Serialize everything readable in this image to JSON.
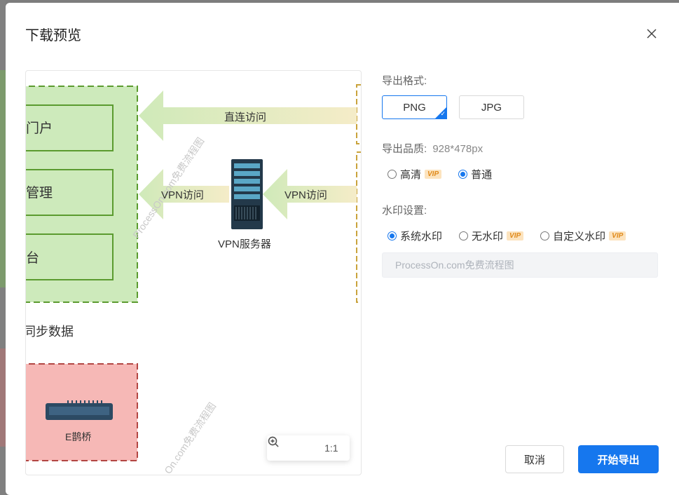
{
  "dialog": {
    "title": "下载预览",
    "close_icon": "close-icon"
  },
  "preview": {
    "nodes": {
      "portal": "门户",
      "management": "管理",
      "platform": "台",
      "sync_data": "同步数据",
      "direct_access": "直连访问",
      "vpn_access_left": "VPN访问",
      "vpn_access_right": "VPN访问",
      "vpn_server": "VPN服务器",
      "ebridge": "E鹊桥"
    },
    "watermark": "ProcessOn.com免费流程图",
    "watermark_bottom": "On.com免费流程图",
    "zoom": {
      "zoom_in_icon": "zoom-in-icon",
      "zoom_out_icon": "zoom-out-icon",
      "reset": "1:1"
    },
    "colors": {
      "green_fill": "#cdeabb",
      "green_border": "#5b9b2f",
      "red_fill": "#f6b8b6",
      "red_border": "#b24643",
      "arrow_fill": "#e2efc8",
      "yellow_border": "#c9a33c"
    }
  },
  "settings": {
    "format_label": "导出格式:",
    "formats": [
      "PNG",
      "JPG"
    ],
    "selected_format": "PNG",
    "quality_label": "导出品质:",
    "quality_value": "928*478px",
    "quality_options": [
      {
        "label": "高清",
        "vip": "VIP",
        "selected": false
      },
      {
        "label": "普通",
        "vip": "",
        "selected": true
      }
    ],
    "watermark_label": "水印设置:",
    "watermark_options": [
      {
        "label": "系统水印",
        "vip": "",
        "selected": true
      },
      {
        "label": "无水印",
        "vip": "VIP",
        "selected": false
      },
      {
        "label": "自定义水印",
        "vip": "VIP",
        "selected": false
      }
    ],
    "watermark_placeholder": "ProcessOn.com免费流程图"
  },
  "footer": {
    "cancel": "取消",
    "export": "开始导出"
  },
  "accent_color": "#1677ee"
}
